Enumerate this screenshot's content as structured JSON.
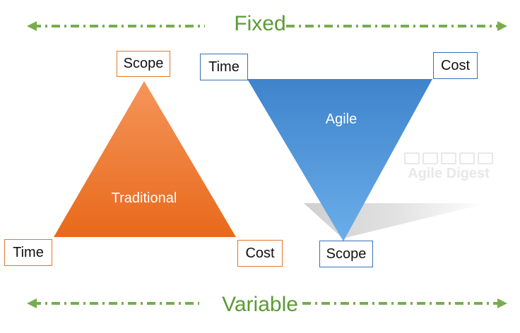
{
  "banner_top": "Fixed",
  "banner_bottom": "Variable",
  "traditional": {
    "label": "Traditional",
    "top": "Scope",
    "bottom_left": "Time",
    "bottom_right": "Cost"
  },
  "agile": {
    "label": "Agile",
    "top_left": "Time",
    "top_right": "Cost",
    "bottom": "Scope"
  },
  "watermark": "Agile Digest",
  "colors": {
    "green": "#5b9a35",
    "orange": "#ea7522",
    "blue": "#4a8fd6"
  }
}
